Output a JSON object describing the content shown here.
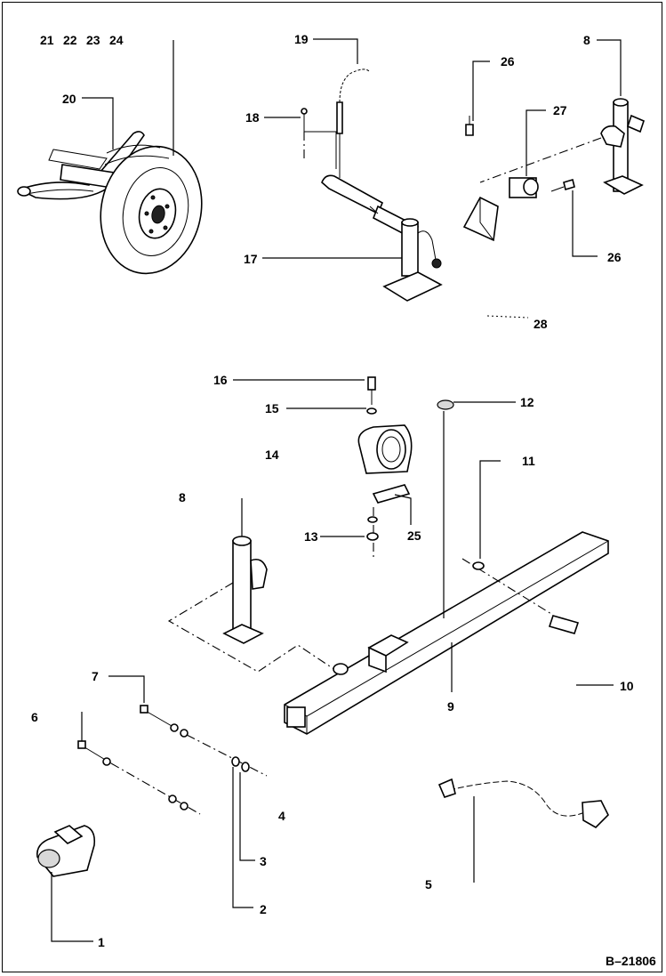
{
  "figure_id": "B–21806",
  "callouts": {
    "c1": "1",
    "c2": "2",
    "c3": "3",
    "c4": "4",
    "c5": "5",
    "c6": "6",
    "c7": "7",
    "c8a": "8",
    "c8b": "8",
    "c9": "9",
    "c10": "10",
    "c11": "11",
    "c12": "12",
    "c13": "13",
    "c14": "14",
    "c15": "15",
    "c16": "16",
    "c17": "17",
    "c18": "18",
    "c19": "19",
    "c20": "20",
    "c21": "21",
    "c22": "22",
    "c23": "23",
    "c24": "24",
    "c25": "25",
    "c26a": "26",
    "c26b": "26",
    "c27": "27",
    "c28": "28"
  },
  "colors": {
    "line": "#000000",
    "background": "#ffffff"
  }
}
